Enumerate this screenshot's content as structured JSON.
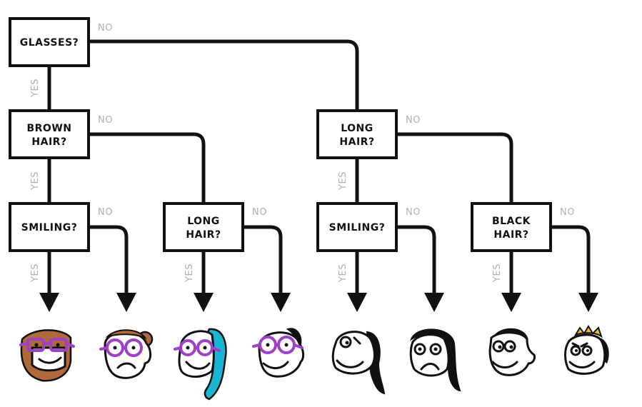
{
  "colors": {
    "ink": "#111111",
    "edge_label": "#b0b0b0",
    "glasses": "#a040c8",
    "hair_brown": "#b06a3a",
    "hair_teal": "#19b5d2",
    "hair_black": "#111111",
    "hair_blonde": "#f2bd22"
  },
  "questions": {
    "glasses": [
      "GLASSES?"
    ],
    "brown_hair": [
      "BROWN",
      "HAIR?"
    ],
    "long_hair_a": [
      "LONG",
      "HAIR?"
    ],
    "long_hair_b": [
      "LONG",
      "HAIR?"
    ],
    "smiling_a": [
      "SMILING?"
    ],
    "smiling_b": [
      "SMILING?"
    ],
    "black_hair": [
      "BLACK",
      "HAIR?"
    ]
  },
  "edge_labels": {
    "yes": "YES",
    "no": "NO"
  },
  "leaves": [
    {
      "glasses": true,
      "hair": "brown",
      "hair_style": "beard",
      "smiling": true
    },
    {
      "glasses": true,
      "hair": "brown",
      "hair_style": "bun",
      "smiling": false
    },
    {
      "glasses": true,
      "hair": "teal",
      "hair_style": "long",
      "smiling": true
    },
    {
      "glasses": true,
      "hair": "black",
      "hair_style": "short",
      "smiling": true
    },
    {
      "glasses": false,
      "hair": "black",
      "hair_style": "long",
      "smiling": true
    },
    {
      "glasses": false,
      "hair": "black",
      "hair_style": "long",
      "smiling": false
    },
    {
      "glasses": false,
      "hair": "black",
      "hair_style": "short",
      "smiling": true
    },
    {
      "glasses": false,
      "hair": "blonde",
      "hair_style": "short",
      "smiling": true
    }
  ],
  "icons": [
    "face-icon",
    "glasses-icon",
    "down-arrow-icon"
  ]
}
